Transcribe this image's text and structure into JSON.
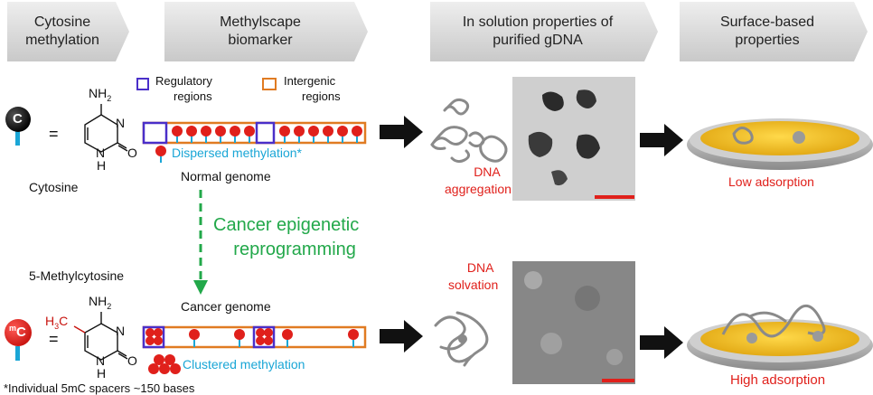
{
  "headers": [
    {
      "line1": "Cytosine",
      "line2": "methylation"
    },
    {
      "line1": "Methylscape",
      "line2": "biomarker"
    },
    {
      "line1": "In solution properties of",
      "line2": "purified gDNA"
    },
    {
      "line1": "Surface-based",
      "line2": "properties"
    }
  ],
  "legend": {
    "regulatory_line1": "Regulatory",
    "regulatory_line2": "regions",
    "intergenic_line1": "Intergenic",
    "intergenic_line2": "regions"
  },
  "cytosine": {
    "label": "Cytosine",
    "symbol": "C",
    "equals": "=",
    "nh2": "NH",
    "sub2": "2",
    "n": "N",
    "o": "O",
    "h": "H"
  },
  "methylcytosine": {
    "label": "5-Methylcytosine",
    "symbol_sup": "m",
    "symbol": "C",
    "equals": "=",
    "h3c_h": "H",
    "h3c_3": "3",
    "h3c_c": "C"
  },
  "normal": {
    "dispersed": "Dispersed methylation*",
    "genome_label": "Normal genome",
    "aggregation_line1": "DNA",
    "aggregation_line2": "aggregation",
    "adsorption": "Low adsorption"
  },
  "reprogramming": {
    "line1": "Cancer epigenetic",
    "line2": "reprogramming"
  },
  "cancer": {
    "genome_label": "Cancer genome",
    "clustered": "Clustered methylation",
    "solvation_line1": "DNA",
    "solvation_line2": "solvation",
    "adsorption": "High adsorption"
  },
  "footnote": "*Individual 5mC spacers ~150 bases",
  "colors": {
    "regulatory_box": "#4a2fc9",
    "intergenic_box": "#e07b22",
    "methyl_red": "#e0201b",
    "methyl_stem": "#1aa6d6",
    "label_red": "#e0201b",
    "label_cyan": "#1aa6d6",
    "label_green": "#22a84a",
    "header_fill": "#d9d9d9",
    "surface_gold": "#f2c21c"
  }
}
